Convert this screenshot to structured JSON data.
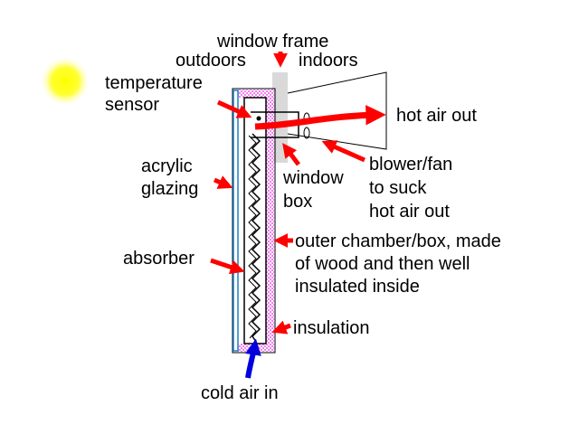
{
  "labels": {
    "window_frame": "window frame",
    "outdoors": "outdoors",
    "indoors": "indoors",
    "temperature_sensor": [
      "temperature",
      "sensor"
    ],
    "hot_air_out": "hot air out",
    "acrylic_glazing": [
      "acrylic",
      "glazing"
    ],
    "window_box": [
      "window",
      "box"
    ],
    "blower_fan": [
      "blower/fan",
      "to suck",
      "hot air out"
    ],
    "absorber": "absorber",
    "outer_chamber": [
      "outer chamber/box, made",
      "of wood and then well",
      "insulated inside"
    ],
    "insulation": "insulation",
    "cold_air_in": "cold air in"
  },
  "colors": {
    "arrow_red": "#ff0000",
    "arrow_blue": "#0000dd",
    "sun": "#ffff00",
    "glazing": "#1f7fc4",
    "insulation": "#ee82ee",
    "window_frame": "#d9d9d9"
  },
  "icons": [
    "sun-icon"
  ]
}
